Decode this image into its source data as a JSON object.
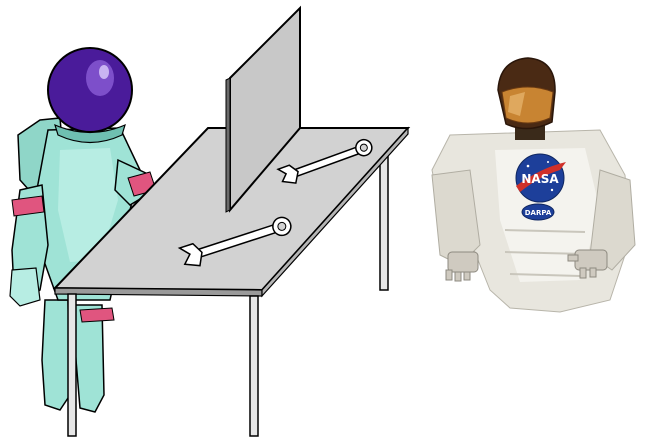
{
  "scene": {
    "background": "#ffffff",
    "figures": [
      {
        "name": "astronaut",
        "icon": "astronaut-icon"
      },
      {
        "name": "table",
        "icon": "table-icon"
      },
      {
        "name": "divider-panel",
        "icon": "partition-icon"
      },
      {
        "name": "wrench-left-side",
        "icon": "wrench-icon"
      },
      {
        "name": "wrench-right-side",
        "icon": "wrench-icon"
      },
      {
        "name": "robonaut",
        "icon": "robot-icon"
      }
    ],
    "logos": {
      "agency": "NASA",
      "darpa": "DARPA"
    },
    "colors": {
      "suit": "#9fe3d6",
      "suit_shadow": "#6fbfb1",
      "helmet": "#4a1b9a",
      "helmet_highlight": "#8a5cd6",
      "bands": "#e0557f",
      "table_top": "#d2d2d2",
      "table_edge": "#000000",
      "robot_body": "#e8e6de",
      "robot_head": "#4a2a14",
      "robot_visor": "#c88432",
      "nasa_blue": "#1d3f9a",
      "nasa_red": "#d0302a"
    }
  }
}
